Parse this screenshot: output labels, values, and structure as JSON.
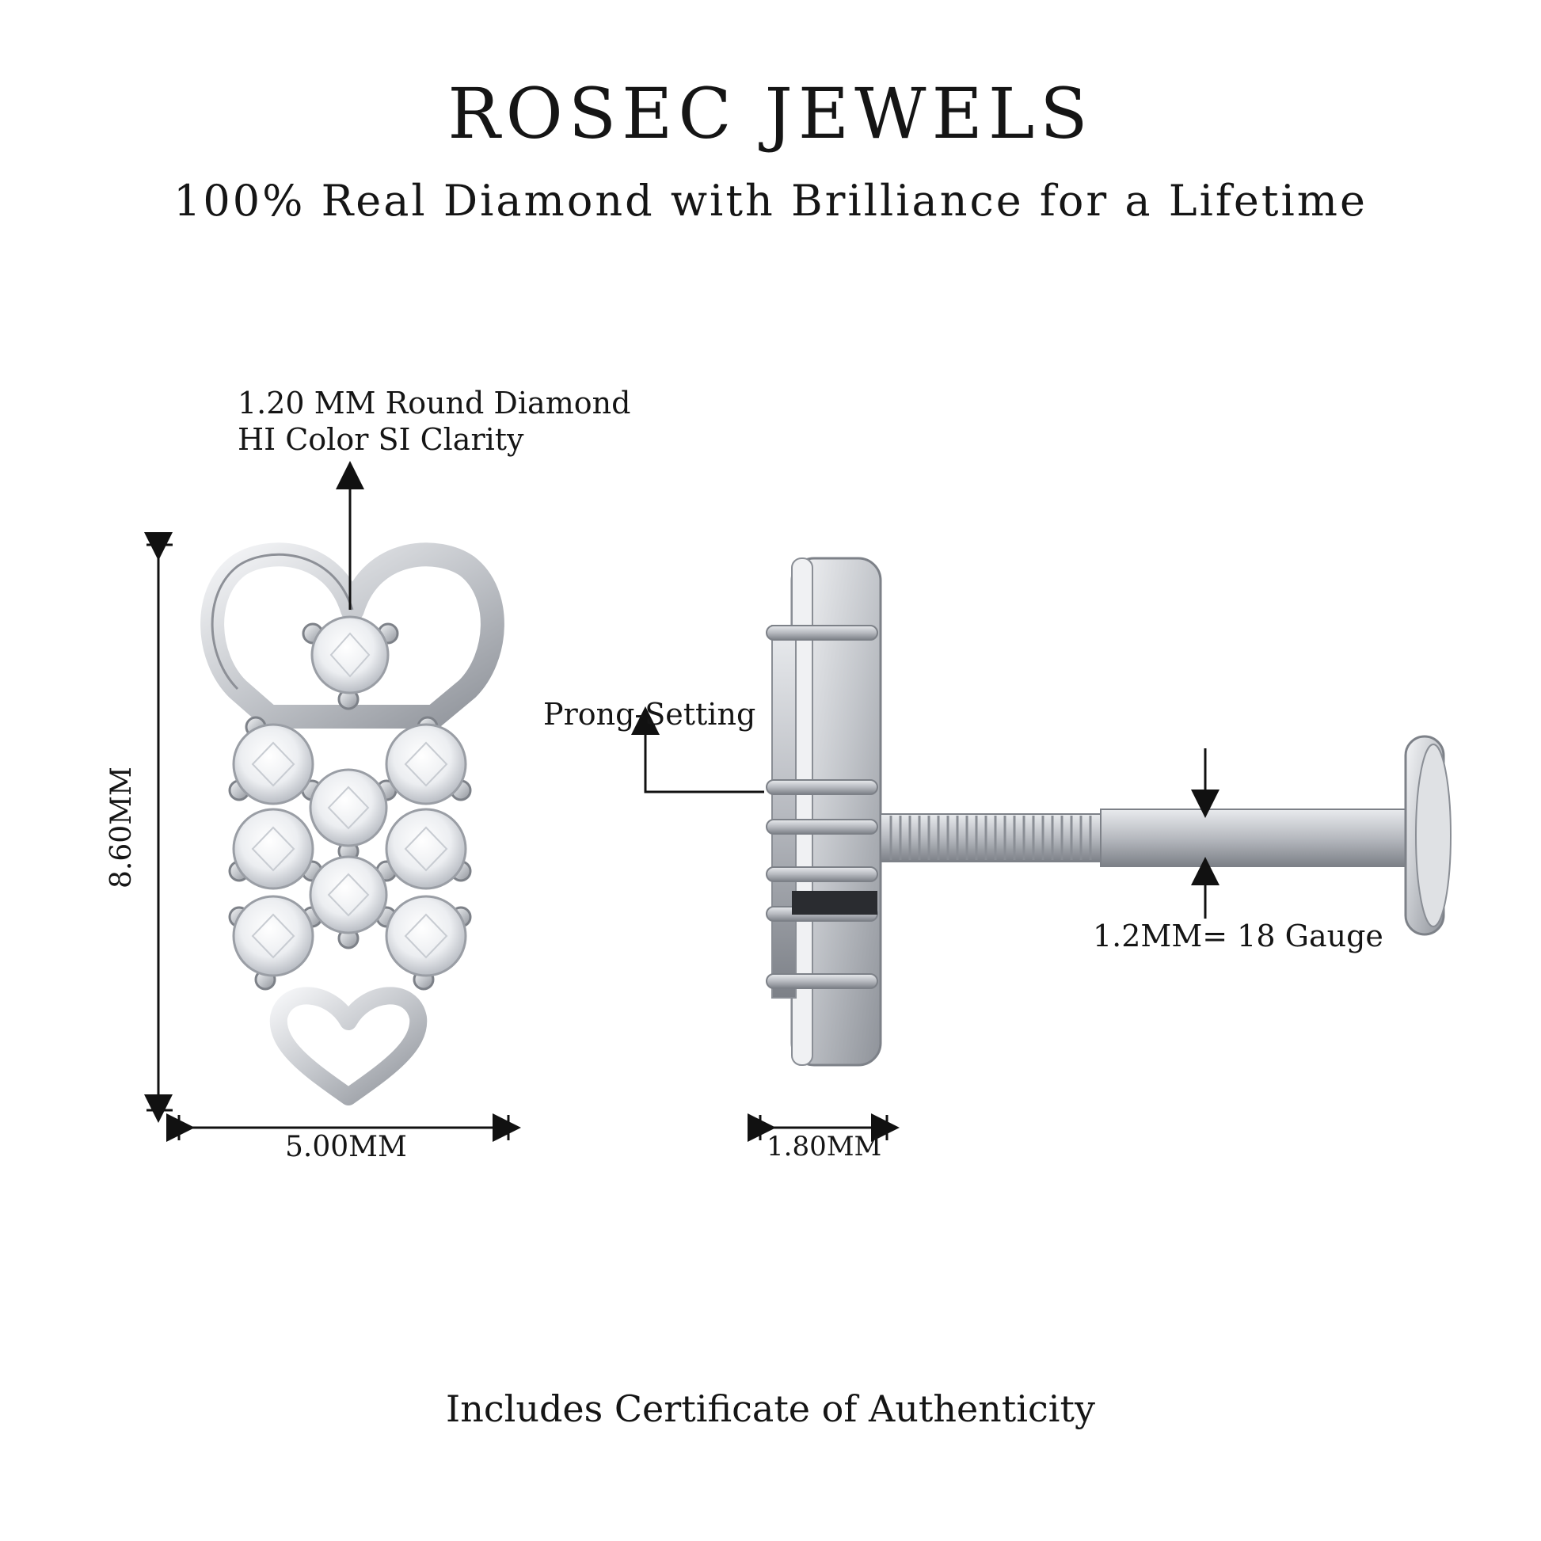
{
  "header": {
    "brand": "ROSEC JEWELS",
    "tagline": "100% Real Diamond with Brilliance for a Lifetime"
  },
  "annotations": {
    "diamond_spec_line1": "1.20 MM Round Diamond",
    "diamond_spec_line2": "HI Color SI Clarity",
    "prong_label": "Prong-Setting",
    "height_label": "8.60MM",
    "width_label": "5.00MM",
    "thickness_label": "1.80MM",
    "gauge_label": "1.2MM= 18 Gauge"
  },
  "footer": {
    "certificate": "Includes Certificate of Authenticity"
  },
  "colors": {
    "metal": "#c9ccd1",
    "metal_dark": "#8e9299",
    "text": "#151515"
  },
  "icons": [
    "arrow-up-icon",
    "arrow-down-icon",
    "dimension-arrow-icon"
  ]
}
